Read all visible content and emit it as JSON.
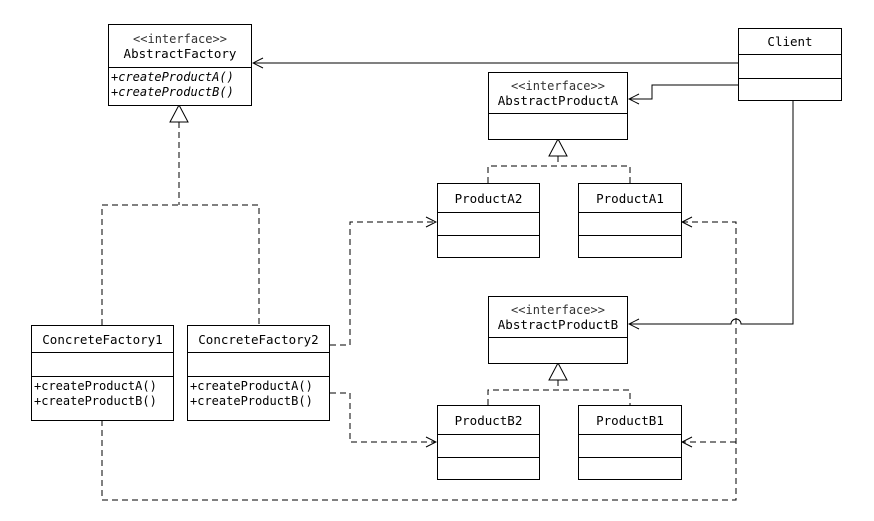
{
  "classes": {
    "abstract_factory": {
      "stereotype": "<<interface>>",
      "name": "AbstractFactory",
      "ops": [
        "+createProductA()",
        "+createProductB()"
      ]
    },
    "client": {
      "name": "Client"
    },
    "abstract_product_a": {
      "stereotype": "<<interface>>",
      "name": "AbstractProductA"
    },
    "product_a2": {
      "name": "ProductA2"
    },
    "product_a1": {
      "name": "ProductA1"
    },
    "abstract_product_b": {
      "stereotype": "<<interface>>",
      "name": "AbstractProductB"
    },
    "product_b2": {
      "name": "ProductB2"
    },
    "product_b1": {
      "name": "ProductB1"
    },
    "concrete_factory1": {
      "name": "ConcreteFactory1",
      "ops": [
        "+createProductA()",
        "+createProductB()"
      ]
    },
    "concrete_factory2": {
      "name": "ConcreteFactory2",
      "ops": [
        "+createProductA()",
        "+createProductB()"
      ]
    }
  }
}
